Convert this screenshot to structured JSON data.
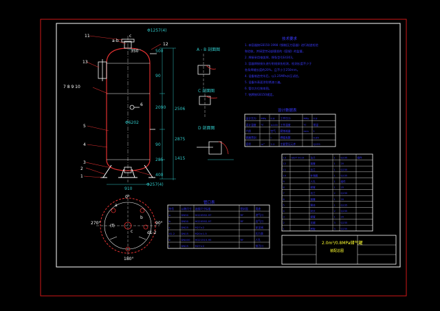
{
  "colors": {
    "background": "#000000",
    "frame": "#d01818",
    "drawing": "#ffffff",
    "outline": "#e03030",
    "dimension": "#30c8c8",
    "notes": "#3a3aff",
    "tables": "#ffffff",
    "text_yellow": "#ffff30"
  },
  "callouts": {
    "c11": "11",
    "ab": "a-b",
    "c": "c",
    "c12": "12",
    "c13": "13",
    "c789": "7  8  9  10",
    "c6a": "6",
    "c5": "5",
    "c4": "4",
    "c3": "3",
    "c2": "2",
    "c1": "1"
  },
  "dims": {
    "top_flange": "Φ1257(4)",
    "d350": "350",
    "d500": "500",
    "d90": "90",
    "d2090": "2090",
    "d2506": "2506",
    "d90b": "90",
    "d2875": "2875",
    "d285": "285",
    "d400": "400",
    "d1415": "1415",
    "d910": "910",
    "bottom_dia": "Φ257(4)",
    "d6202": "Φ6202"
  },
  "section_titles": {
    "s1": "A - B 剖面图",
    "s2": "C 剖面图",
    "s3": "D 剖面图"
  },
  "notes": {
    "title": "技术要求",
    "lines": [
      "1. 本容器按GB150-1998《钢制压力容器》进行制造检验",
      "   和验收，并接受劳动部颁发的《容规》的监督。",
      "2. 焊接采用电弧焊，焊条型号E4303。",
      "3. 容器焊接接头进行射线探伤检测，检测长度不少于",
      "   各条焊缝长度的20%，且不小于250mm。",
      "4. 设备制造完毕后，以1.25MPa水压试验。",
      "5. 设备外表面涂防锈漆二遍。",
      "6. 管口方位按本图。",
      "7. 铭牌按GB150规定。"
    ]
  },
  "design_table": {
    "title": "设计数据表",
    "rows": [
      [
        "设计压力",
        "MPa",
        "0.8",
        "工作压力",
        "MPa",
        "0.8"
      ],
      [
        "设计温度",
        "℃",
        "≤100",
        "工作温度",
        "℃",
        "常温"
      ],
      [
        "介质",
        "",
        "空气",
        "腐蚀裕量",
        "mm",
        "1"
      ],
      [
        "容器类别",
        "",
        "Ⅰ",
        "焊缝系数",
        "",
        "0.85"
      ],
      [
        "容积",
        "m³",
        "2.0",
        "主要受压元件",
        "",
        "Q235"
      ]
    ]
  },
  "nozzle_table": {
    "title": "管口表",
    "headers": [
      "符号",
      "公称尺寸",
      "连接尺寸标准",
      "密封面",
      "用途"
    ],
    "rows": [
      [
        "a",
        "DN50",
        "HG20592-97",
        "RF",
        "进气口"
      ],
      [
        "b",
        "DN50",
        "HG20592-97",
        "RF",
        "出气口"
      ],
      [
        "c",
        "DN25",
        "M27×2",
        "",
        "安全阀"
      ],
      [
        "d1-2",
        "DN15",
        "M20×1.5",
        "",
        "压力表"
      ],
      [
        "e",
        "DN400",
        "HG21515-95",
        "RF",
        "人孔"
      ],
      [
        "f",
        "DN25",
        "M27×2",
        "",
        "排污口"
      ]
    ]
  },
  "bom": {
    "rows": [
      [
        "13",
        "GB/T 9119",
        "法兰",
        "1",
        "Q235",
        "组件"
      ],
      [
        "12",
        "",
        "接管",
        "1",
        "20",
        ""
      ],
      [
        "11",
        "",
        "法兰",
        "1",
        "Q235",
        ""
      ],
      [
        "10",
        "",
        "补强圈",
        "1",
        "Q235",
        ""
      ],
      [
        "9",
        "",
        "人孔",
        "1",
        "组件",
        ""
      ],
      [
        "8",
        "",
        "接管",
        "1",
        "20",
        ""
      ],
      [
        "7",
        "",
        "法兰",
        "2",
        "Q235",
        ""
      ],
      [
        "6",
        "",
        "接管",
        "1",
        "20",
        ""
      ],
      [
        "5",
        "",
        "筒体",
        "1",
        "Q235",
        ""
      ],
      [
        "4",
        "",
        "封头",
        "2",
        "Q235",
        ""
      ],
      [
        "3",
        "",
        "接管",
        "1",
        "20",
        ""
      ],
      [
        "2",
        "",
        "支腿",
        "3",
        "Q235",
        ""
      ],
      [
        "1",
        "",
        "底板",
        "3",
        "Q235",
        ""
      ]
    ],
    "title_main": "2.0m³/0.8MPa储气罐",
    "title_sub": "装配总图"
  },
  "plan_labels": {
    "p0": "0°",
    "p90": "90°",
    "p180": "180°",
    "p270": "270°",
    "pa": "a",
    "pb": "b",
    "pc": "c",
    "pf": "(f)",
    "pd": "d1-2"
  }
}
